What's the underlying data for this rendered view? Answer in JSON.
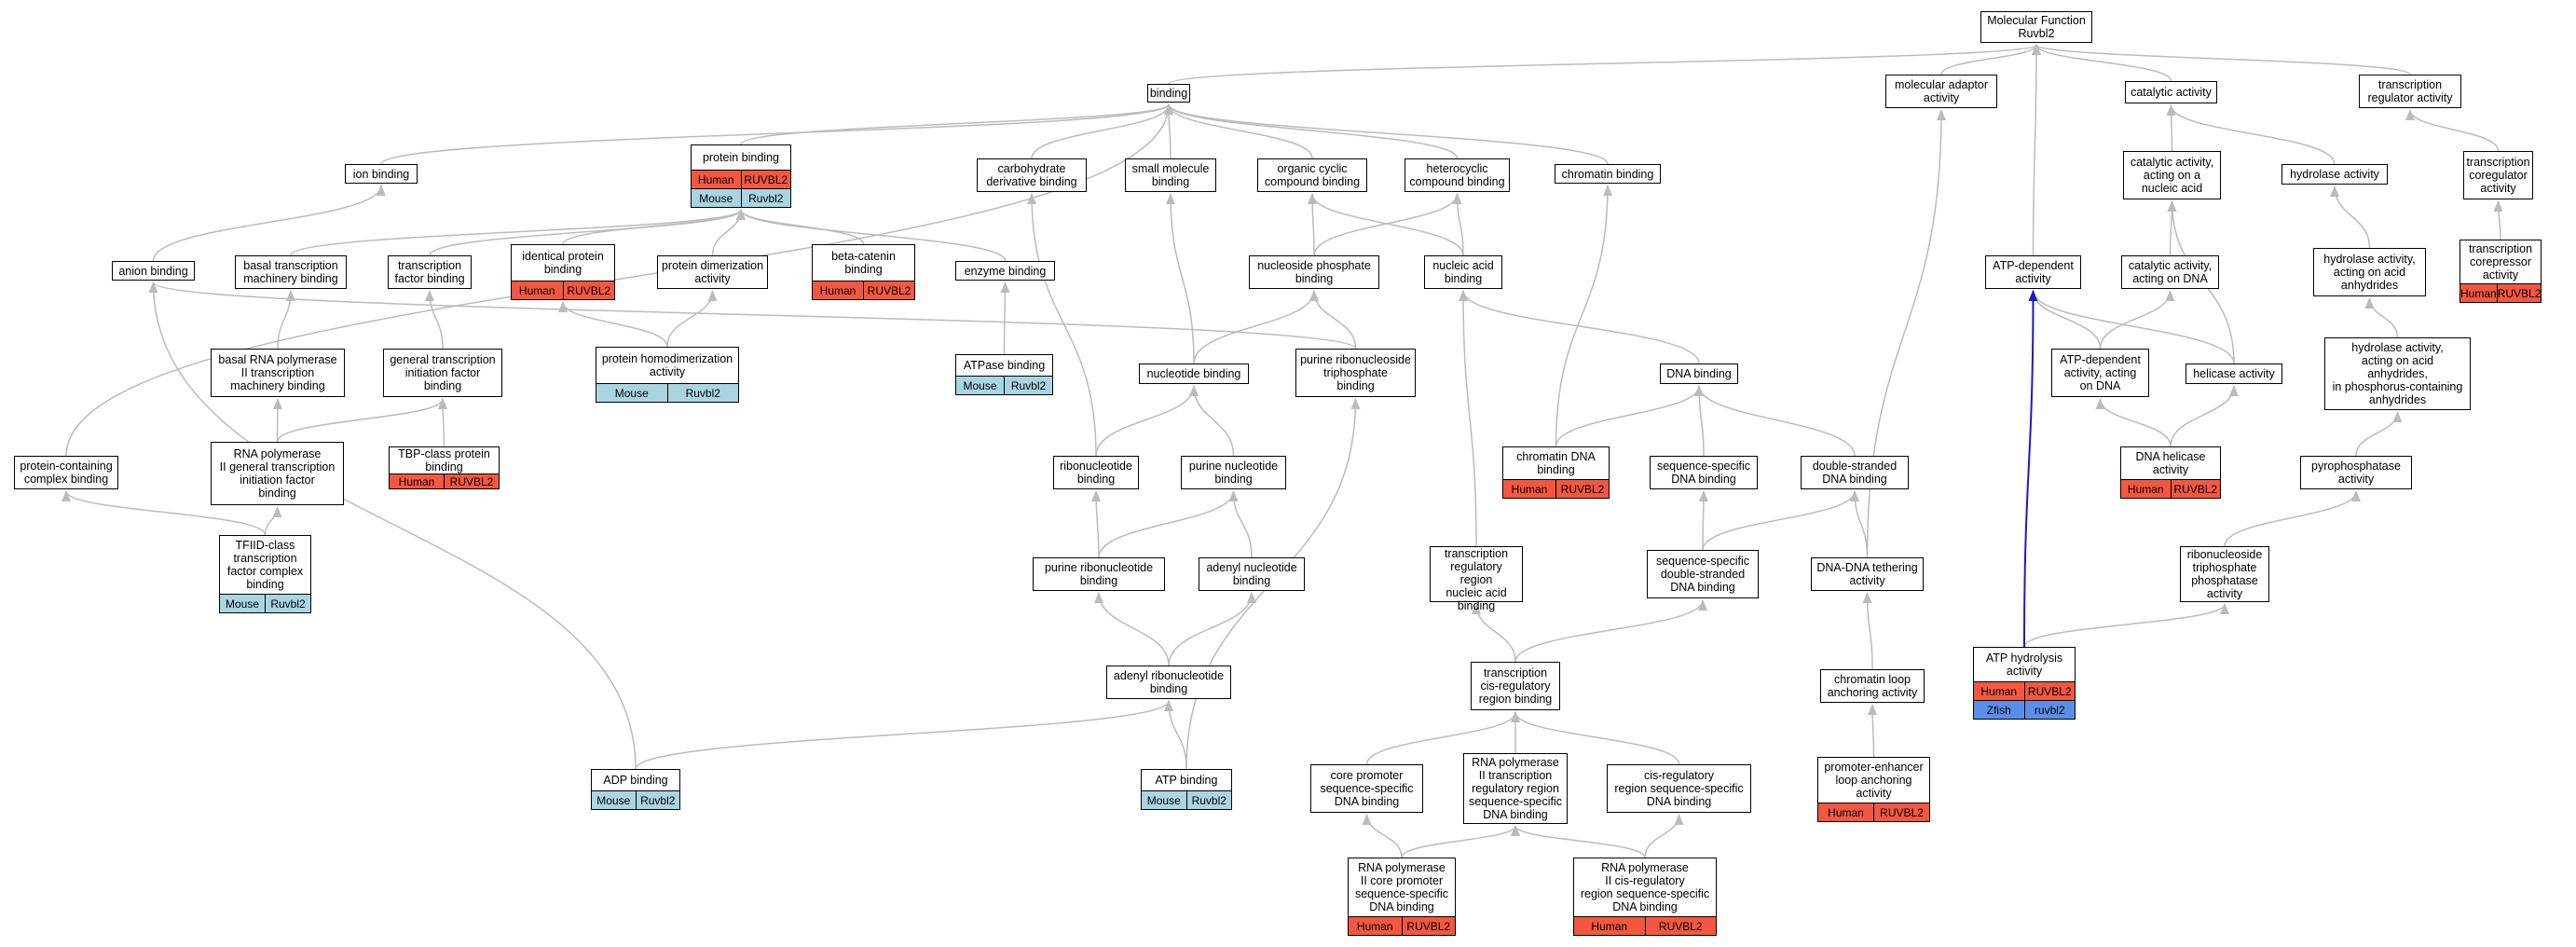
{
  "colors": {
    "human": "#f4573f",
    "mouse": "#a9d5e3",
    "zfish": "#5b8ee8",
    "edge": "#bbbbbb",
    "highlight_edge": "#1a1acc"
  },
  "nodes": [
    {
      "id": "mf",
      "label": [
        "Molecular Function",
        "Ruvbl2"
      ]
    },
    {
      "id": "binding",
      "label": [
        "binding"
      ]
    },
    {
      "id": "molad",
      "label": [
        "molecular adaptor",
        "activity"
      ]
    },
    {
      "id": "catalytic",
      "label": [
        "catalytic activity"
      ]
    },
    {
      "id": "treg",
      "label": [
        "transcription",
        "regulator activity"
      ]
    },
    {
      "id": "ionb",
      "label": [
        "ion binding"
      ]
    },
    {
      "id": "protb",
      "label": [
        "protein binding"
      ],
      "rows": [
        {
          "species": "human",
          "org": "Human",
          "gene": "RUVBL2"
        },
        {
          "species": "mouse",
          "org": "Mouse",
          "gene": "Ruvbl2"
        }
      ]
    },
    {
      "id": "carb",
      "label": [
        "carbohydrate",
        "derivative binding"
      ]
    },
    {
      "id": "smallmol",
      "label": [
        "small molecule",
        "binding"
      ]
    },
    {
      "id": "orgcyc",
      "label": [
        "organic cyclic",
        "compound binding"
      ]
    },
    {
      "id": "hetcyc",
      "label": [
        "heterocyclic",
        "compound binding"
      ]
    },
    {
      "id": "chromb",
      "label": [
        "chromatin binding"
      ]
    },
    {
      "id": "catnuc",
      "label": [
        "catalytic activity,",
        "acting on a",
        "nucleic acid"
      ]
    },
    {
      "id": "hydro",
      "label": [
        "hydrolase activity"
      ]
    },
    {
      "id": "tcoreg",
      "label": [
        "transcription",
        "coregulator",
        "activity"
      ]
    },
    {
      "id": "anion",
      "label": [
        "anion binding"
      ]
    },
    {
      "id": "basaltm",
      "label": [
        "basal transcription",
        "machinery binding"
      ]
    },
    {
      "id": "tfb",
      "label": [
        "transcription",
        "factor binding"
      ]
    },
    {
      "id": "identb",
      "label": [
        "identical protein",
        "binding"
      ],
      "rows": [
        {
          "species": "human",
          "org": "Human",
          "gene": "RUVBL2"
        }
      ]
    },
    {
      "id": "dimer",
      "label": [
        "protein dimerization",
        "activity"
      ]
    },
    {
      "id": "betacat",
      "label": [
        "beta-catenin",
        "binding"
      ],
      "rows": [
        {
          "species": "human",
          "org": "Human",
          "gene": "RUVBL2"
        }
      ]
    },
    {
      "id": "enzb",
      "label": [
        "enzyme binding"
      ]
    },
    {
      "id": "nucphos",
      "label": [
        "nucleoside phosphate",
        "binding"
      ]
    },
    {
      "id": "nucacid",
      "label": [
        "nucleic acid",
        "binding"
      ]
    },
    {
      "id": "atpdep",
      "label": [
        "ATP-dependent",
        "activity"
      ]
    },
    {
      "id": "catdna",
      "label": [
        "catalytic activity,",
        "acting on DNA"
      ]
    },
    {
      "id": "hydanh",
      "label": [
        "hydrolase activity,",
        "acting on acid",
        "anhydrides"
      ]
    },
    {
      "id": "tcorep",
      "label": [
        "transcription",
        "corepressor",
        "activity"
      ],
      "rows": [
        {
          "species": "human",
          "org": "Human",
          "gene": "RUVBL2"
        }
      ]
    },
    {
      "id": "basalpol",
      "label": [
        "basal RNA polymerase",
        "II transcription",
        "machinery binding"
      ]
    },
    {
      "id": "gtif",
      "label": [
        "general transcription",
        "initiation factor",
        "binding"
      ]
    },
    {
      "id": "homodimer",
      "label": [
        "protein homodimerization",
        "activity"
      ],
      "rows": [
        {
          "species": "mouse",
          "org": "Mouse",
          "gene": "Ruvbl2"
        }
      ]
    },
    {
      "id": "atpaseb",
      "label": [
        "ATPase binding"
      ],
      "rows": [
        {
          "species": "mouse",
          "org": "Mouse",
          "gene": "Ruvbl2"
        }
      ]
    },
    {
      "id": "nucleotb",
      "label": [
        "nucleotide binding"
      ]
    },
    {
      "id": "purribtri",
      "label": [
        "purine ribonucleoside",
        "triphosphate",
        "binding"
      ]
    },
    {
      "id": "dnab",
      "label": [
        "DNA binding"
      ]
    },
    {
      "id": "atpdepdna",
      "label": [
        "ATP-dependent",
        "activity, acting",
        "on DNA"
      ]
    },
    {
      "id": "helic",
      "label": [
        "helicase activity"
      ]
    },
    {
      "id": "hydphos",
      "label": [
        "hydrolase activity,",
        "acting on acid",
        "anhydrides,",
        "in phosphorus-containing",
        "anhydrides"
      ]
    },
    {
      "id": "protcomplex",
      "label": [
        "protein-containing",
        "complex binding"
      ]
    },
    {
      "id": "rnapol2gtif",
      "label": [
        "RNA polymerase",
        "II general transcription",
        "initiation factor",
        "binding"
      ]
    },
    {
      "id": "tbp",
      "label": [
        "TBP-class protein",
        "binding"
      ],
      "rows": [
        {
          "species": "human",
          "org": "Human",
          "gene": "RUVBL2"
        }
      ]
    },
    {
      "id": "ribonuc",
      "label": [
        "ribonucleotide",
        "binding"
      ]
    },
    {
      "id": "purnuc",
      "label": [
        "purine nucleotide",
        "binding"
      ]
    },
    {
      "id": "chromdna",
      "label": [
        "chromatin DNA",
        "binding"
      ],
      "rows": [
        {
          "species": "human",
          "org": "Human",
          "gene": "RUVBL2"
        }
      ]
    },
    {
      "id": "seqdna",
      "label": [
        "sequence-specific",
        "DNA binding"
      ]
    },
    {
      "id": "dsdna",
      "label": [
        "double-stranded",
        "DNA binding"
      ]
    },
    {
      "id": "dnahel",
      "label": [
        "DNA helicase",
        "activity"
      ],
      "rows": [
        {
          "species": "human",
          "org": "Human",
          "gene": "RUVBL2"
        }
      ]
    },
    {
      "id": "pyrophos",
      "label": [
        "pyrophosphatase",
        "activity"
      ]
    },
    {
      "id": "tfiid",
      "label": [
        "TFIID-class",
        "transcription",
        "factor complex",
        "binding"
      ],
      "rows": [
        {
          "species": "mouse",
          "org": "Mouse",
          "gene": "Ruvbl2"
        }
      ]
    },
    {
      "id": "purribonuc",
      "label": [
        "purine ribonucleotide",
        "binding"
      ]
    },
    {
      "id": "adenylnuc",
      "label": [
        "adenyl nucleotide",
        "binding"
      ]
    },
    {
      "id": "treginuc",
      "label": [
        "transcription",
        "regulatory region",
        "nucleic acid",
        "binding"
      ]
    },
    {
      "id": "seqdsdna",
      "label": [
        "sequence-specific",
        "double-stranded",
        "DNA binding"
      ]
    },
    {
      "id": "dnatether",
      "label": [
        "DNA-DNA tethering",
        "activity"
      ]
    },
    {
      "id": "ribotriphos",
      "label": [
        "ribonucleoside",
        "triphosphate",
        "phosphatase",
        "activity"
      ]
    },
    {
      "id": "atphyd",
      "label": [
        "ATP hydrolysis",
        "activity"
      ],
      "rows": [
        {
          "species": "human",
          "org": "Human",
          "gene": "RUVBL2"
        },
        {
          "species": "zfish",
          "org": "Zfish",
          "gene": "ruvbl2"
        }
      ]
    },
    {
      "id": "adenylribo",
      "label": [
        "adenyl ribonucleotide",
        "binding"
      ]
    },
    {
      "id": "tcisreg",
      "label": [
        "transcription",
        "cis-regulatory",
        "region binding"
      ]
    },
    {
      "id": "chromloop",
      "label": [
        "chromatin loop",
        "anchoring activity"
      ]
    },
    {
      "id": "adpb",
      "label": [
        "ADP binding"
      ],
      "rows": [
        {
          "species": "mouse",
          "org": "Mouse",
          "gene": "Ruvbl2"
        }
      ]
    },
    {
      "id": "atpb",
      "label": [
        "ATP binding"
      ],
      "rows": [
        {
          "species": "mouse",
          "org": "Mouse",
          "gene": "Ruvbl2"
        }
      ]
    },
    {
      "id": "corepromb",
      "label": [
        "core promoter",
        "sequence-specific",
        "DNA binding"
      ]
    },
    {
      "id": "rnapol2treg",
      "label": [
        "RNA polymerase",
        "II transcription",
        "regulatory region",
        "sequence-specific",
        "DNA binding"
      ]
    },
    {
      "id": "cisregseq",
      "label": [
        "cis-regulatory",
        "region sequence-specific",
        "DNA binding"
      ]
    },
    {
      "id": "promenh",
      "label": [
        "promoter-enhancer",
        "loop anchoring",
        "activity"
      ],
      "rows": [
        {
          "species": "human",
          "org": "Human",
          "gene": "RUVBL2"
        }
      ]
    },
    {
      "id": "rnapol2core",
      "label": [
        "RNA polymerase",
        "II core promoter",
        "sequence-specific",
        "DNA binding"
      ],
      "rows": [
        {
          "species": "human",
          "org": "Human",
          "gene": "RUVBL2"
        }
      ]
    },
    {
      "id": "rnapol2cis",
      "label": [
        "RNA polymerase",
        "II cis-regulatory",
        "region sequence-specific",
        "DNA binding"
      ],
      "rows": [
        {
          "species": "human",
          "org": "Human",
          "gene": "RUVBL2"
        }
      ]
    }
  ]
}
